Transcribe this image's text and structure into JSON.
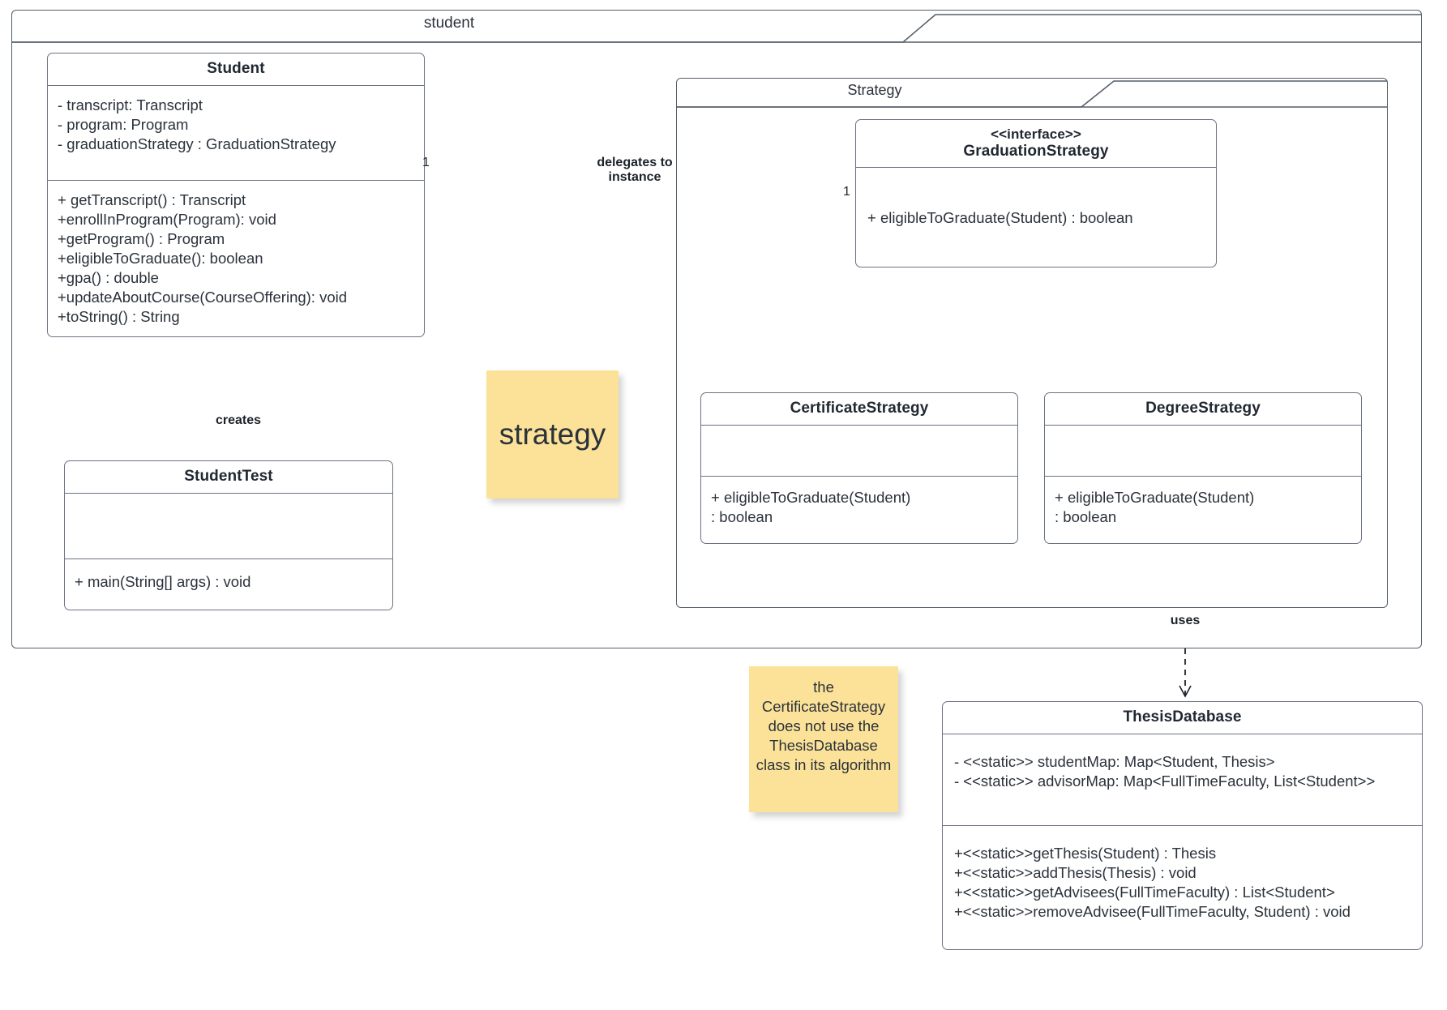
{
  "diagram": {
    "type": "uml-class-diagram",
    "title_note": "strategy"
  },
  "packages": [
    {
      "name": "student"
    },
    {
      "name": "Strategy"
    }
  ],
  "classes": {
    "student": {
      "title": "Student",
      "attributes": [
        "- transcript: Transcript",
        "- program: Program",
        "- graduationStrategy : GraduationStrategy"
      ],
      "operations": [
        "+ getTranscript() : Transcript",
        "+enrollInProgram(Program): void",
        "+getProgram() : Program",
        "+eligibleToGraduate(): boolean",
        "+gpa() : double",
        "+updateAboutCourse(CourseOffering): void",
        "+toString() : String"
      ]
    },
    "student_test": {
      "title": "StudentTest",
      "attributes": [],
      "operations": [
        "+ main(String[] args) : void"
      ]
    },
    "graduation_strategy": {
      "stereotype": "<<interface>>",
      "title": "GraduationStrategy",
      "attributes": [],
      "operations": [
        "+ eligibleToGraduate(Student) : boolean"
      ]
    },
    "certificate_strategy": {
      "title": "CertificateStrategy",
      "attributes": [],
      "operations": [
        "+ eligibleToGraduate(Student) : boolean"
      ]
    },
    "degree_strategy": {
      "title": "DegreeStrategy",
      "attributes": [],
      "operations": [
        "+ eligibleToGraduate(Student) : boolean"
      ]
    },
    "thesis_database": {
      "title": "ThesisDatabase",
      "attributes": [
        "- <<static>> studentMap: Map<Student, Thesis>",
        "- <<static>> advisorMap: Map<FullTimeFaculty, List<Student>>"
      ],
      "operations": [
        "+<<static>>getThesis(Student) : Thesis",
        "+<<static>>addThesis(Thesis) : void",
        "+<<static>>getAdvisees(FullTimeFaculty) : List<Student>",
        "+<<static>>removeAdvisee(FullTimeFaculty, Student) : void"
      ]
    }
  },
  "relationships": {
    "delegates": {
      "label": "delegates to\ninstance",
      "source_multiplicity": "1",
      "target_multiplicity": "1"
    },
    "creates": {
      "label": "creates"
    },
    "uses": {
      "label": "uses"
    }
  },
  "notes": {
    "strategy": "strategy",
    "certificate": "the CertificateStrategy does not use the ThesisDatabase class in its algorithm"
  },
  "colors": {
    "note_fill": "#fce298",
    "line": "#6b7280",
    "text": "#2b323b"
  }
}
